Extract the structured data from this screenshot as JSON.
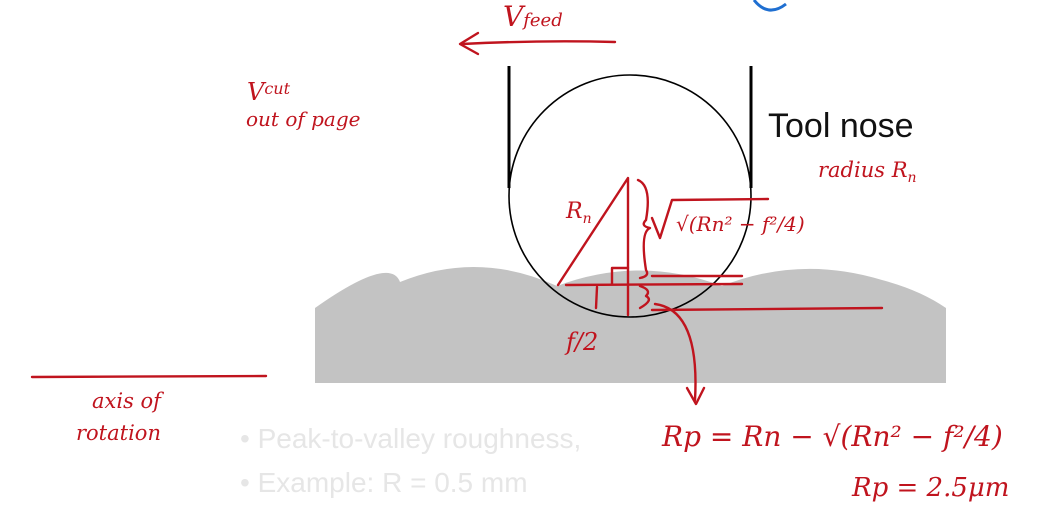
{
  "colors": {
    "ink": "#c0141e",
    "workpiece": "#c3c3c3",
    "outline": "#000000",
    "faded_text": "#e6e6e6",
    "accent_blue": "#1f6fd1"
  },
  "labels": {
    "v_feed": "V",
    "v_feed_sub": "feed",
    "v_cut": "V",
    "v_cut_sub": "cut",
    "out_of_page": "out of page",
    "tool_nose": "Tool nose",
    "radius_rn": "radius R",
    "radius_rn_sub": "n",
    "rn": "R",
    "rn_sub": "n",
    "sqrt_term": "√(Rn² − f²/4)",
    "f_half": "f/2",
    "axis_of_rotation_1": "axis of",
    "axis_of_rotation_2": "rotation",
    "formula": "Rp = Rn − √(Rn² − f²/4)",
    "result": "Rp = 2.5μm"
  },
  "faded": {
    "bullet_1": "• Peak-to-valley roughness,",
    "bullet_2": "• Example: R  = 0.5 mm"
  }
}
